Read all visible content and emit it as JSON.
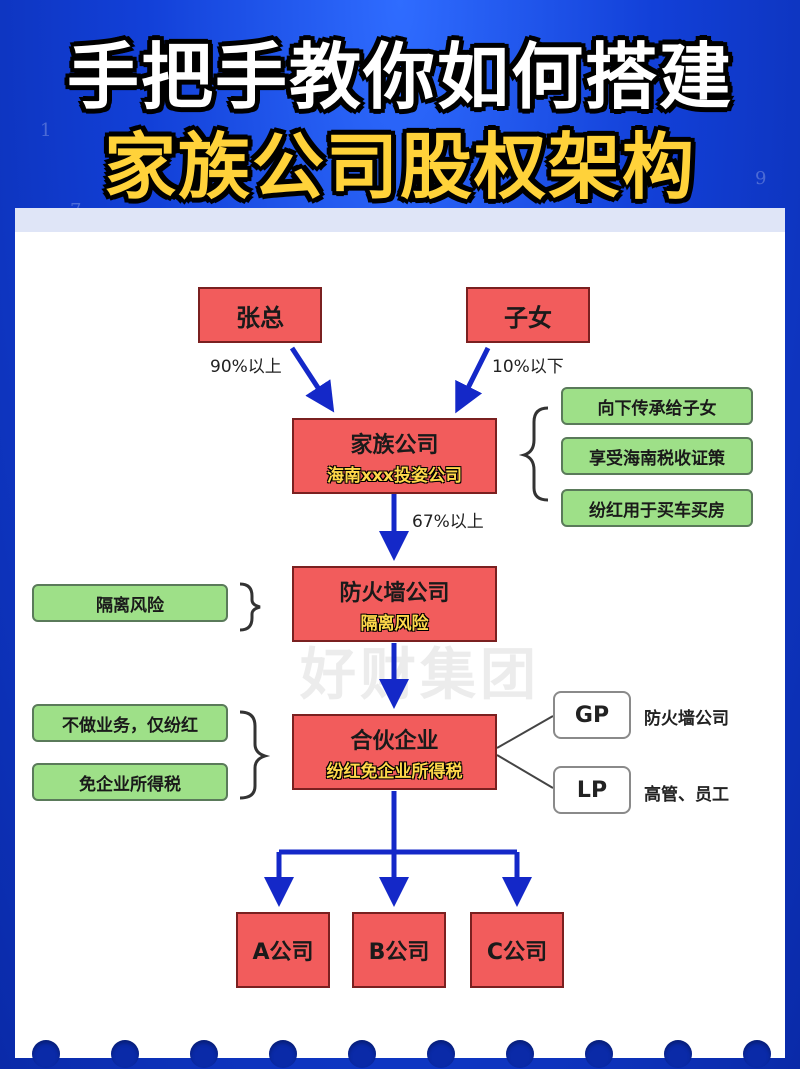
{
  "title": {
    "line1": "手把手教你如何搭建",
    "line2": "家族公司股权架构"
  },
  "nodes": {
    "zhang": "张总",
    "zinv": "子女",
    "family_main": "家族公司",
    "family_sub": "海南xxx投姿公司",
    "firewall_main": "防火墙公司",
    "firewall_sub": "隔离风险",
    "partner_main": "合伙企业",
    "partner_sub": "纷红免企业所得税",
    "a": "A公司",
    "b": "B公司",
    "c": "C公司",
    "gp": "GP",
    "lp": "LP"
  },
  "edge_labels": {
    "zhang_pct": "90%以上",
    "zinv_pct": "10%以下",
    "family_pct": "67%以上",
    "gp_desc": "防火墙公司",
    "lp_desc": "高管、员工"
  },
  "notes": {
    "family": [
      "向下传承给子女",
      "享受海南税收证策",
      "纷红用于买车买房"
    ],
    "firewall": [
      "隔离风险"
    ],
    "partner": [
      "不做业务，仅纷红",
      "免企业所得税"
    ]
  },
  "watermark": "好财集团",
  "colors": {
    "node": "#f25c5c",
    "note": "#9ee088",
    "arrow": "#1428c8",
    "title_accent": "#ffd23a"
  }
}
